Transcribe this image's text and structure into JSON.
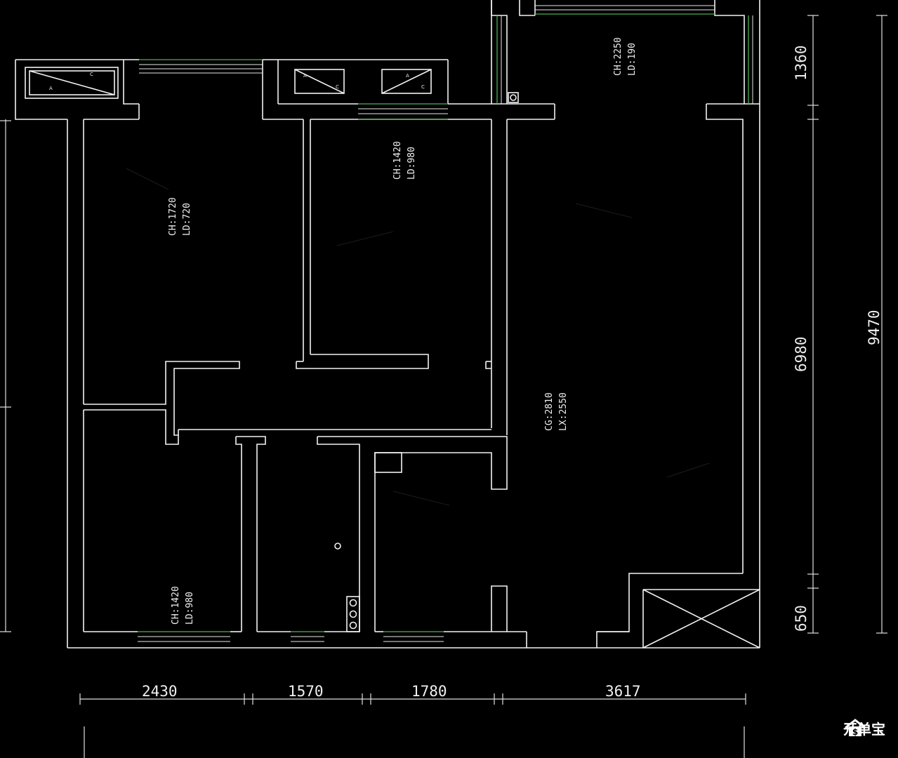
{
  "rooms": [
    {
      "id": "room-top-right",
      "line1": "CH:2250",
      "line2": "LD:190"
    },
    {
      "id": "room-mid",
      "line1": "CH:1420",
      "line2": "LD:980"
    },
    {
      "id": "room-left-top",
      "line1": "CH:1720",
      "line2": "LD:720"
    },
    {
      "id": "room-living",
      "line1": "CG:2810",
      "line2": "LX:2550"
    },
    {
      "id": "room-left-bottom",
      "line1": "CH:1420",
      "line2": "LD:980"
    }
  ],
  "dimensions": {
    "bottom": [
      "2430",
      "1570",
      "1780",
      "3617"
    ],
    "right_inner": [
      "1360",
      "6980",
      "650"
    ],
    "right_outer": "9470"
  },
  "fixture_labels": {
    "a": "A",
    "c": "C"
  },
  "brand": {
    "name": "开单宝",
    "icon": "house-dollar-icon"
  },
  "colors": {
    "wall": "#f2f2f2",
    "window": "#4caf50",
    "background": "#000000"
  }
}
